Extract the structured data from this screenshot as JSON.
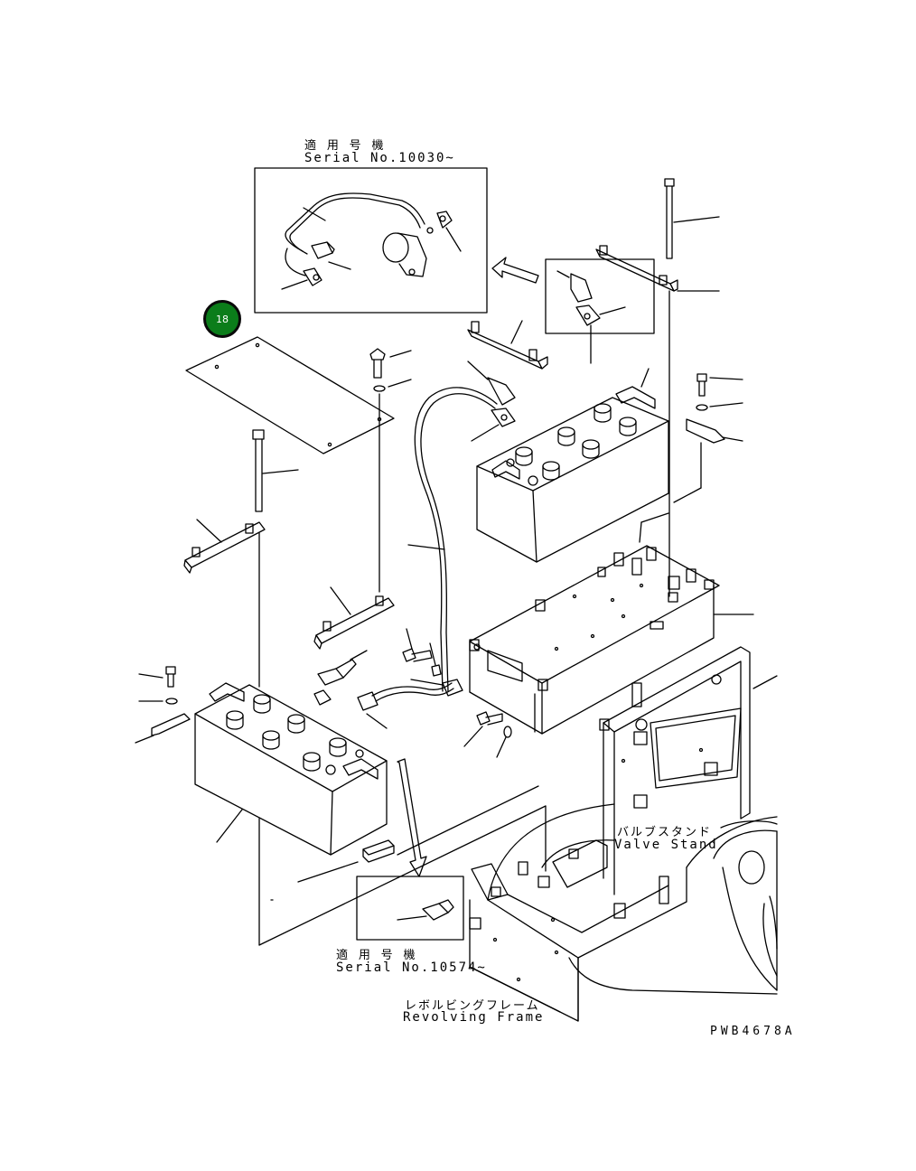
{
  "inset_top": {
    "title_jp": "適 用 号 機",
    "serial": "Serial No.10030~"
  },
  "inset_bottom": {
    "title_jp": "適 用 号 機",
    "serial": "Serial No.10574~"
  },
  "labels": {
    "valve_stand_jp": "バルブスタンド",
    "valve_stand_en": "Valve Stand",
    "revolving_frame_jp": "レボルビングフレーム",
    "revolving_frame_en": "Revolving Frame",
    "drawing_code": "PWB4678A"
  },
  "callout": {
    "number": "18",
    "color": "#0b7d1a"
  }
}
